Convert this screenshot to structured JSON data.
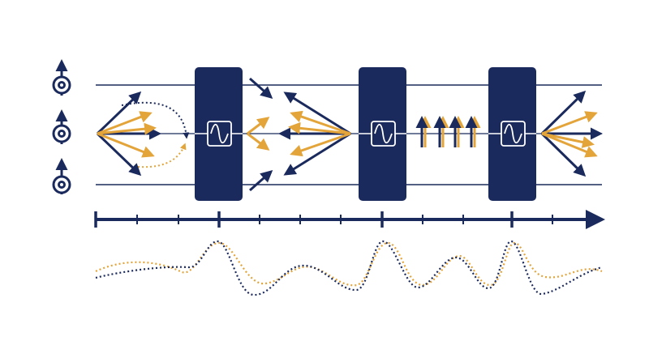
{
  "colors": {
    "navy": "#1b2a5c",
    "orange": "#e3a43a",
    "background": "#ffffff"
  },
  "diagram": {
    "components": [
      {
        "kind": "spin-symbol",
        "count": 3,
        "icon": "spin-up-circle-icon"
      },
      {
        "kind": "pulse-block",
        "count": 3,
        "icon": "sine-wave-icon"
      },
      {
        "kind": "fan-arrows",
        "count": 4
      },
      {
        "kind": "aligned-arrows",
        "count": 4
      },
      {
        "kind": "time-axis",
        "icon": "arrow-right-icon"
      },
      {
        "kind": "signal-traces",
        "count": 2,
        "icon": "dotted-wave"
      }
    ]
  }
}
